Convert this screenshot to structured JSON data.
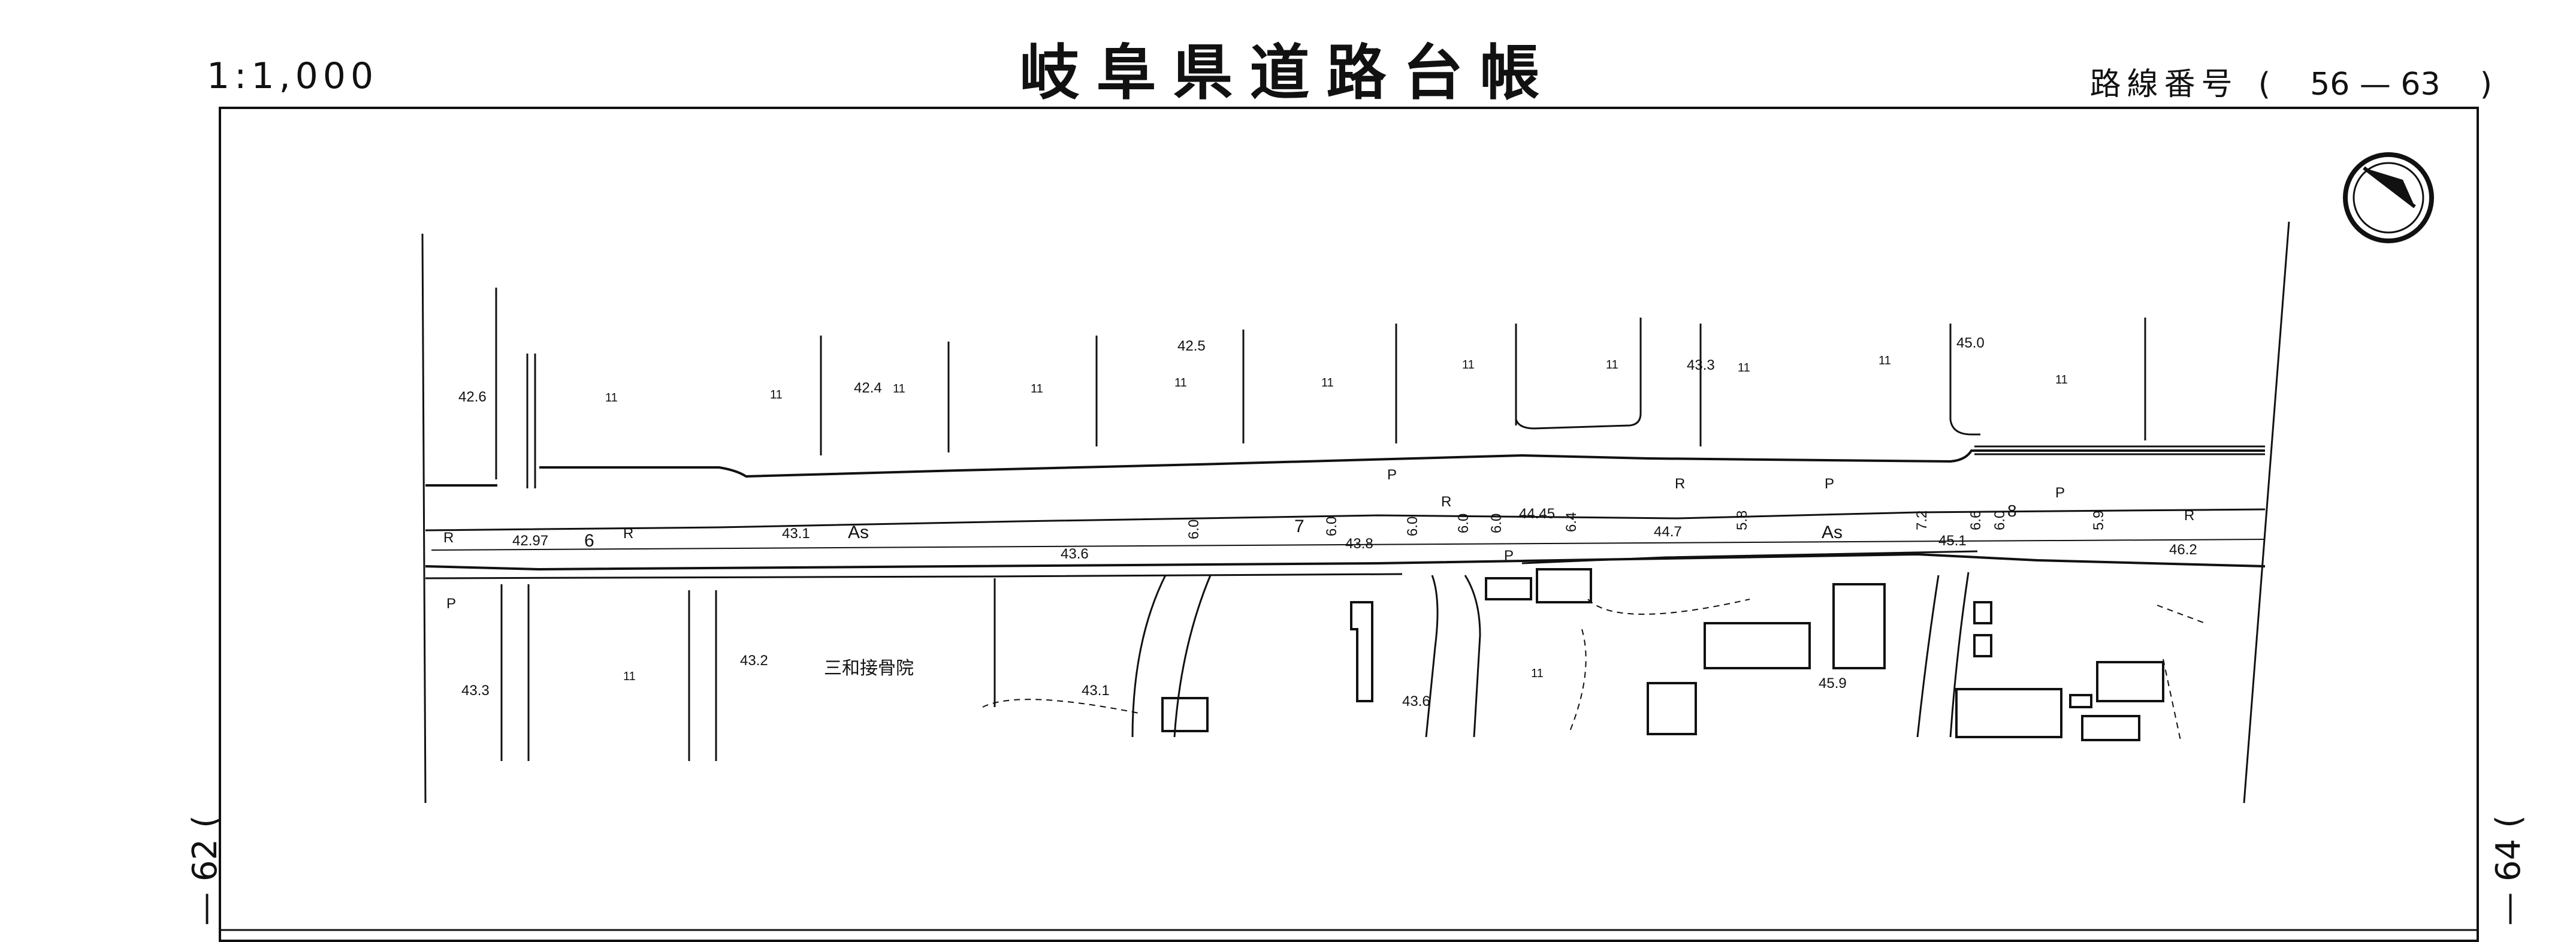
{
  "header": {
    "scale": "1:1,000",
    "title": "岐阜県道路台帳",
    "route_label": "路線番号",
    "route_open": "(",
    "route_number": "56 — 63",
    "route_close": ")"
  },
  "sheet_edges": {
    "left": "62",
    "right": "64"
  },
  "map": {
    "north_arrow": "north-arrow-icon",
    "elevations": [
      "42.6",
      "42.4",
      "42.5",
      "43.3",
      "45.0",
      "42.97",
      "43.1",
      "43.6",
      "43.8",
      "44.45",
      "44.7",
      "45.1",
      "46.2",
      "43.2",
      "43.3",
      "43.1",
      "43.6",
      "45.9"
    ],
    "road_codes": [
      "As",
      "As",
      "R",
      "R",
      "R",
      "R",
      "R",
      "P",
      "P",
      "P",
      "P",
      "P"
    ],
    "widths": [
      "6",
      "6.0",
      "7",
      "6.0",
      "6.0",
      "6.0",
      "6.0",
      "6.4",
      "5.8",
      "7.2",
      "6.6",
      "6.0",
      "8",
      "5.9"
    ],
    "place_name": "三和接骨院",
    "land_marks": [
      "11",
      "11",
      "11",
      "11",
      "11",
      "11",
      "11",
      "11",
      "11",
      "11",
      "11",
      "11",
      "11"
    ]
  }
}
